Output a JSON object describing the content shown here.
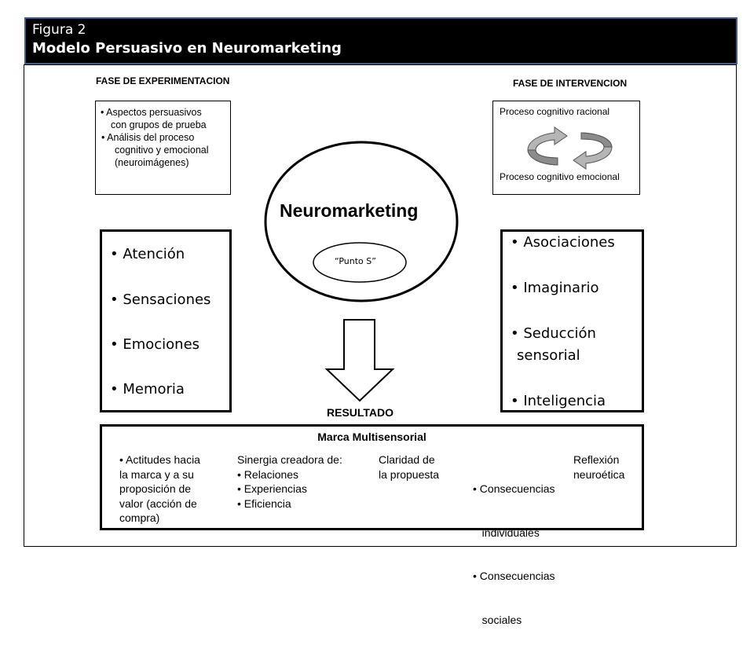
{
  "header": {
    "figure_label": "Figura  2",
    "title": "Modelo  Persuasivo en Neuromarketing"
  },
  "phases": {
    "experimentation": {
      "title": "FASE DE EXPERIMENTACION",
      "lines": [
        "• Aspectos persuasivos",
        "con grupos de prueba",
        "•  Análisis del proceso",
        "cognitivo y emocional",
        "(neuroimágenes)"
      ]
    },
    "intervention": {
      "title": "FASE DE INTERVENCION",
      "top_label": "Proceso cognitivo racional",
      "bottom_label": "Proceso cognitivo emocional",
      "icon": "cycle-arrows-icon"
    }
  },
  "center": {
    "title": "Neuromarketing",
    "inner": "“Punto S”",
    "arrow_label": "RESULTADO"
  },
  "left_list": [
    "• Atención",
    "• Sensaciones",
    "• Emociones",
    "• Memoria"
  ],
  "right_list": [
    "• Asociaciones",
    "• Imaginario",
    "• Seducción",
    "sensorial",
    "• Inteligencia"
  ],
  "result": {
    "title": "Marca Multisensorial",
    "columns": [
      [
        "• Actitudes hacia",
        "la marca y a su",
        "proposición de",
        "valor (acción de",
        "compra)"
      ],
      [
        "Sinergia creadora de:",
        "• Relaciones",
        "• Experiencias",
        "• Eficiencia"
      ],
      [
        "Claridad de",
        "la propuesta"
      ],
      [
        "• Consecuencias",
        "   individuales",
        "• Consecuencias",
        "   sociales"
      ],
      [
        "Reflexión",
        "neuroética"
      ]
    ]
  },
  "colors": {
    "header_bg": "#000000",
    "header_border": "#3f5f8a",
    "arrow_fill": "#a9a9a9"
  }
}
